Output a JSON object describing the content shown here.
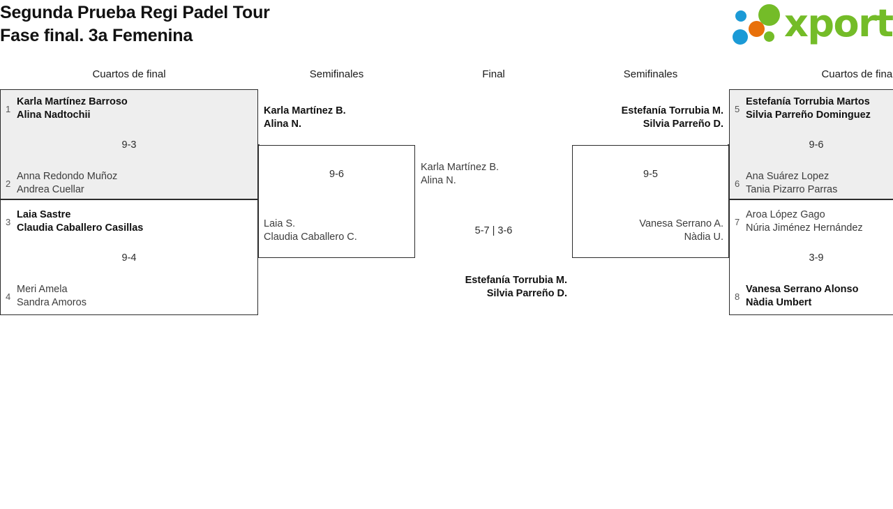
{
  "header": {
    "title_line1": "Segunda Prueba Regi Padel Tour",
    "title_line2": "Fase final. 3a Femenina",
    "logo_text": "xporty"
  },
  "rounds": {
    "qf_left": "Cuartos de final",
    "sf_left": "Semifinales",
    "final": "Final",
    "sf_right": "Semifinales",
    "qf_right": "Cuartos de final"
  },
  "colors": {
    "shaded_row": "#eeeeee",
    "border": "#2b2b2b",
    "logo_green": "#74bc28",
    "logo_blue": "#1b9ad6",
    "logo_orange": "#e8700a"
  },
  "matches": {
    "qf1": {
      "seed_a": "1",
      "team_a_line1": "Karla Martínez Barroso",
      "team_a_line2": "Alina Nadtochii",
      "seed_b": "2",
      "team_b_line1": "Anna Redondo Muñoz",
      "team_b_line2": "Andrea Cuellar",
      "score": "9-3"
    },
    "qf2": {
      "seed_a": "3",
      "team_a_line1": "Laia Sastre",
      "team_a_line2": "Claudia Caballero Casillas",
      "seed_b": "4",
      "team_b_line1": "Meri Amela",
      "team_b_line2": "Sandra Amoros",
      "score": "9-4"
    },
    "qf3": {
      "seed_a": "5",
      "team_a_line1": "Estefanía Torrubia Martos",
      "team_a_line2": "Silvia Parreño Dominguez",
      "seed_b": "6",
      "team_b_line1": "Ana Suárez Lopez",
      "team_b_line2": "Tania Pizarro Parras",
      "score": "9-6"
    },
    "qf4": {
      "seed_a": "7",
      "team_a_line1": "Aroa López Gago",
      "team_a_line2": "Núria Jiménez Hernández",
      "seed_b": "8",
      "team_b_line1": "Vanesa Serrano Alonso",
      "team_b_line2": "Nàdia Umbert",
      "score": "3-9"
    },
    "sf1": {
      "team_a_line1": "Karla Martínez B.",
      "team_a_line2": "Alina N.",
      "team_b_line1": "Laia S.",
      "team_b_line2": "Claudia Caballero C.",
      "score": "9-6"
    },
    "sf2": {
      "team_a_line1": "Estefanía Torrubia M.",
      "team_a_line2": "Silvia Parreño D.",
      "team_b_line1": "Vanesa Serrano A.",
      "team_b_line2": "Nàdia U.",
      "score": "9-5"
    },
    "final": {
      "team_a_line1": "Karla Martínez B.",
      "team_a_line2": "Alina N.",
      "team_b_line1": "Estefanía Torrubia M.",
      "team_b_line2": "Silvia Parreño D.",
      "score": "5-7 | 3-6"
    }
  }
}
